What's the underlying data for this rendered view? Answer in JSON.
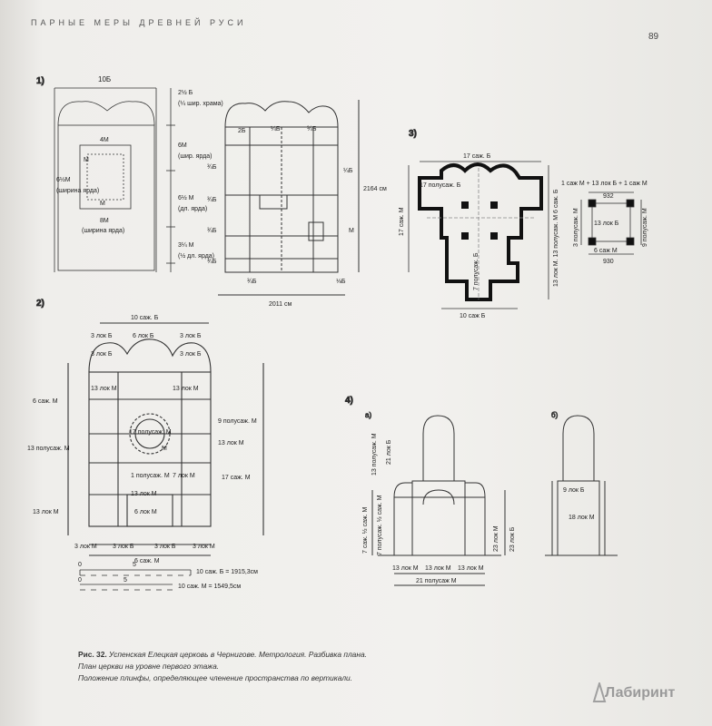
{
  "header": {
    "running_title": "ПАРНЫЕ МЕРЫ ДРЕВНЕЙ РУСИ",
    "page_number": "89"
  },
  "figures": {
    "f1": {
      "number": "1)",
      "labels": {
        "top_width": "10Б",
        "right_top": "2½ Б",
        "right_top_sub": "(¼ шир. храма)",
        "inner_4m": "4М",
        "left_6m": "6½М",
        "left_6m_sub": "(ширина ярда)",
        "m1": "М",
        "m2": "М",
        "bottom_8m": "8М",
        "bottom_8m_sub": "(ширина ярда)",
        "side_6m": "6М",
        "side_6m_sub": "(шир. ярда)",
        "side_6half": "6½ М",
        "side_6half_sub": "(дл. ярда)",
        "side_3quarter": "3¼ М",
        "side_3quarter_sub": "(½ дл. ярда)",
        "q1": "¾Б",
        "q2": "¼Б",
        "q3": "¾Б",
        "q4": "¾Б",
        "q5": "¾Б",
        "q6": "¾Б",
        "q7": "¼Б",
        "plan_m": "М",
        "plan_2b": "2Б",
        "dim_2164": "2164 см",
        "dim_2011": "2011 см",
        "bottom_q": "¾Б",
        "bottom_q2": "⅛Б"
      }
    },
    "f3": {
      "number": "3)",
      "labels": {
        "top": "17 саж. Б",
        "left": "17 саж. М",
        "inner": "17 полусаж. Б",
        "right_v": "13 лок М. 13 полусаж. М 6 саж. Б",
        "apse": "7 полусаж. Б",
        "bottom": "10 саж Б",
        "side_top": "1 саж М + 13 лок Б + 1 саж М",
        "side_932": "932",
        "side_inner": "13 лок Б",
        "side_v1": "3 полусаж. М",
        "side_v2": "9 полусаж. М",
        "side_bottom": "6 саж М",
        "side_930": "930"
      }
    },
    "f2": {
      "number": "2)",
      "labels": {
        "top": "10 саж. Б",
        "a1": "3 лок Б",
        "a2": "6 лок Б",
        "a3": "3 лок Б",
        "a4": "3 лок Б",
        "a5": "3 лок Б",
        "r1": "13 лок М",
        "r2": "13 лок М",
        "left1": "6 саж. М",
        "left2": "13 полусаж. М",
        "left3": "13 лок М",
        "right1": "9 полусаж. М",
        "right2": "13 лок М",
        "right3": "17 саж. М",
        "center1": "17 полусаж. М",
        "center2": "1 полусаж. М",
        "center3": "7 лок М",
        "center4": "13 лок М",
        "center5": "6 лок М",
        "b1": "3 лок М",
        "b2": "3 лок Б",
        "b3": "3 лок Б",
        "b4": "3 лок М",
        "bottom": "6 саж. М",
        "inner_m": "М",
        "scale1_left": "0",
        "scale1_right": "5",
        "scale1_label": "10 саж. Б = 1915,3см",
        "scale2_left": "0",
        "scale2_right": "5",
        "scale2_label": "10 саж. М = 1549,5см"
      }
    },
    "f4": {
      "number": "4)",
      "a": "а)",
      "b": "б)",
      "labels": {
        "v1": "13 полусаж. М",
        "v2": "21 лок Б",
        "v3": "7 саж. ½ саж. М",
        "v4": "7 полусаж. ½ саж. М",
        "v5": "23 лок М",
        "v6": "23 лок Б",
        "h1": "13 лок М",
        "h2": "13 лок М",
        "h3": "13 лок М",
        "bottom": "21 полусаж М",
        "b_label": "9 лок Б",
        "b_inner": "18 лок М"
      }
    }
  },
  "caption": {
    "label": "Рис. 32.",
    "line1": "Успенская Елецкая церковь в Чернигове. Метрология. Разбивка плана.",
    "line2": "План церкви на уровне первого этажа.",
    "line3": "Положение плинфы, определяющее членение пространства по вертикали."
  },
  "watermark": "Лабиринт"
}
